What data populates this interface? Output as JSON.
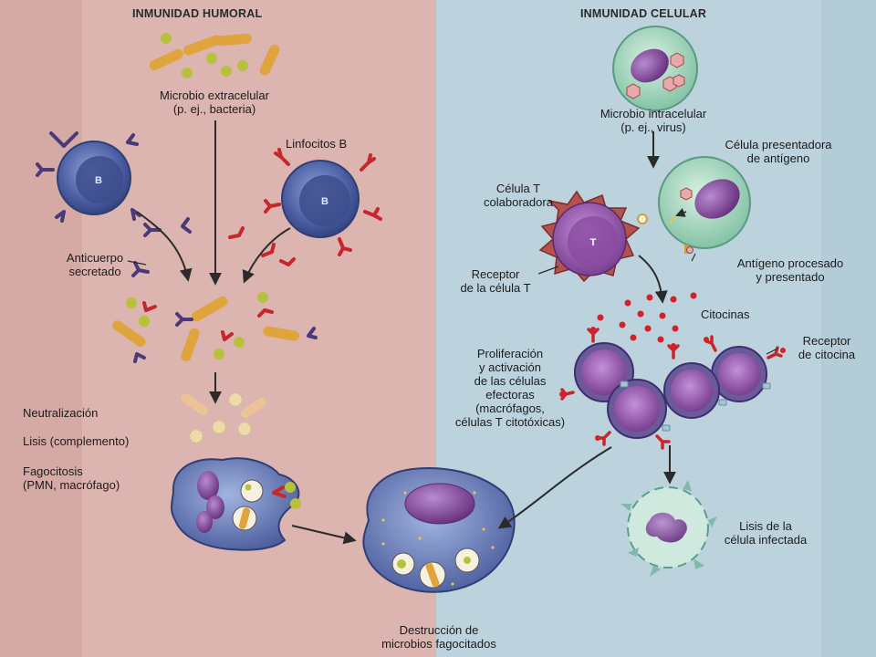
{
  "headers": {
    "humoral": "INMUNIDAD HUMORAL",
    "celular": "INMUNIDAD CELULAR"
  },
  "cell_letters": {
    "b_cell": "B",
    "t_cell": "T"
  },
  "labels": {
    "microbio_extracelular": "Microbio extracelular\n(p. ej., bacteria)",
    "linfocitos_b": "Linfocitos B",
    "anticuerpo_secretado": "Anticuerpo\nsecretado",
    "neutralizacion": "Neutralización",
    "lisis_complemento": "Lisis (complemento)",
    "fagocitosis": "Fagocitosis\n(PMN, macrófago)",
    "destruccion": "Destrucción de\nmicrobios fagocitados",
    "microbio_intracelular": "Microbio intracelular\n(p. ej., virus)",
    "celula_presentadora": "Célula presentadora\nde antígeno",
    "celula_t_colaboradora": "Célula T\ncolaboradora",
    "antigeno_procesado": "Antígeno procesado\ny presentado",
    "receptor_celula_t": "Receptor\nde la célula T",
    "citocinas": "Citocinas",
    "receptor_citocina": "Receptor\nde citocina",
    "proliferacion": "Proliferación\ny activación\nde las células\nefectoras\n(macrófagos,\ncélulas T citotóxicas)",
    "lisis_infectada": "Lisis de la\ncélula infectada"
  },
  "colors": {
    "humoral_bg": "#dcb4b0",
    "celular_bg": "#bcd3de",
    "bacteria": "#e0a43c",
    "coccus": "#b7c23a",
    "antibody": "#4a3a7a",
    "antibody_red": "#c8262c",
    "cell_blue": "#4b5ea3",
    "nucleus_purple": "#7c3f8f",
    "cytokine": "#d4202a",
    "apc_green": "#9fd1b9"
  }
}
